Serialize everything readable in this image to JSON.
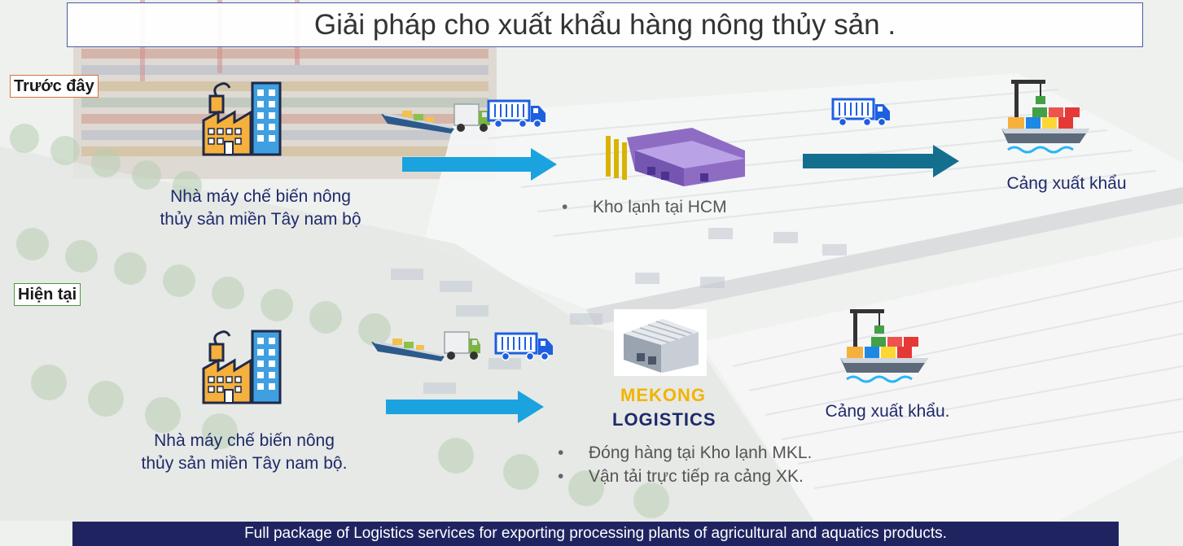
{
  "title": "Giải pháp cho xuất khẩu hàng nông thủy sản .",
  "before": {
    "tag": "Trước đây",
    "factory_label_line1": "Nhà máy chế biến nông",
    "factory_label_line2": "thủy sản miền Tây nam bộ",
    "warehouse_bullet": "Kho lạnh tại HCM",
    "port_label": "Cảng xuất khẩu"
  },
  "now": {
    "tag": "Hiện tại",
    "factory_label_line1": "Nhà máy chế biến nông",
    "factory_label_line2": "thủy sản miền Tây nam bộ.",
    "brand_line1": "MEKONG",
    "brand_line2": "LOGISTICS",
    "bullets": [
      "Đóng hàng tại Kho lạnh MKL.",
      "Vận tải trực tiếp ra cảng XK."
    ],
    "port_label": "Cảng xuất khẩu."
  },
  "footer": "Full package of Logistics services for exporting processing plants of agricultural and aquatics products.",
  "colors": {
    "arrow_light": "#1aa3de",
    "arrow_dark": "#146f8f",
    "navy": "#1f2461",
    "brand_yellow": "#f2b400",
    "factory_orange": "#f6b03c",
    "truck_blue": "#1e5fe0"
  },
  "icons": [
    "factory-icon",
    "ship-icon",
    "truck-icon",
    "container-truck-icon",
    "cold-warehouse-icon",
    "cargo-ship-icon",
    "arrow-right-icon"
  ]
}
